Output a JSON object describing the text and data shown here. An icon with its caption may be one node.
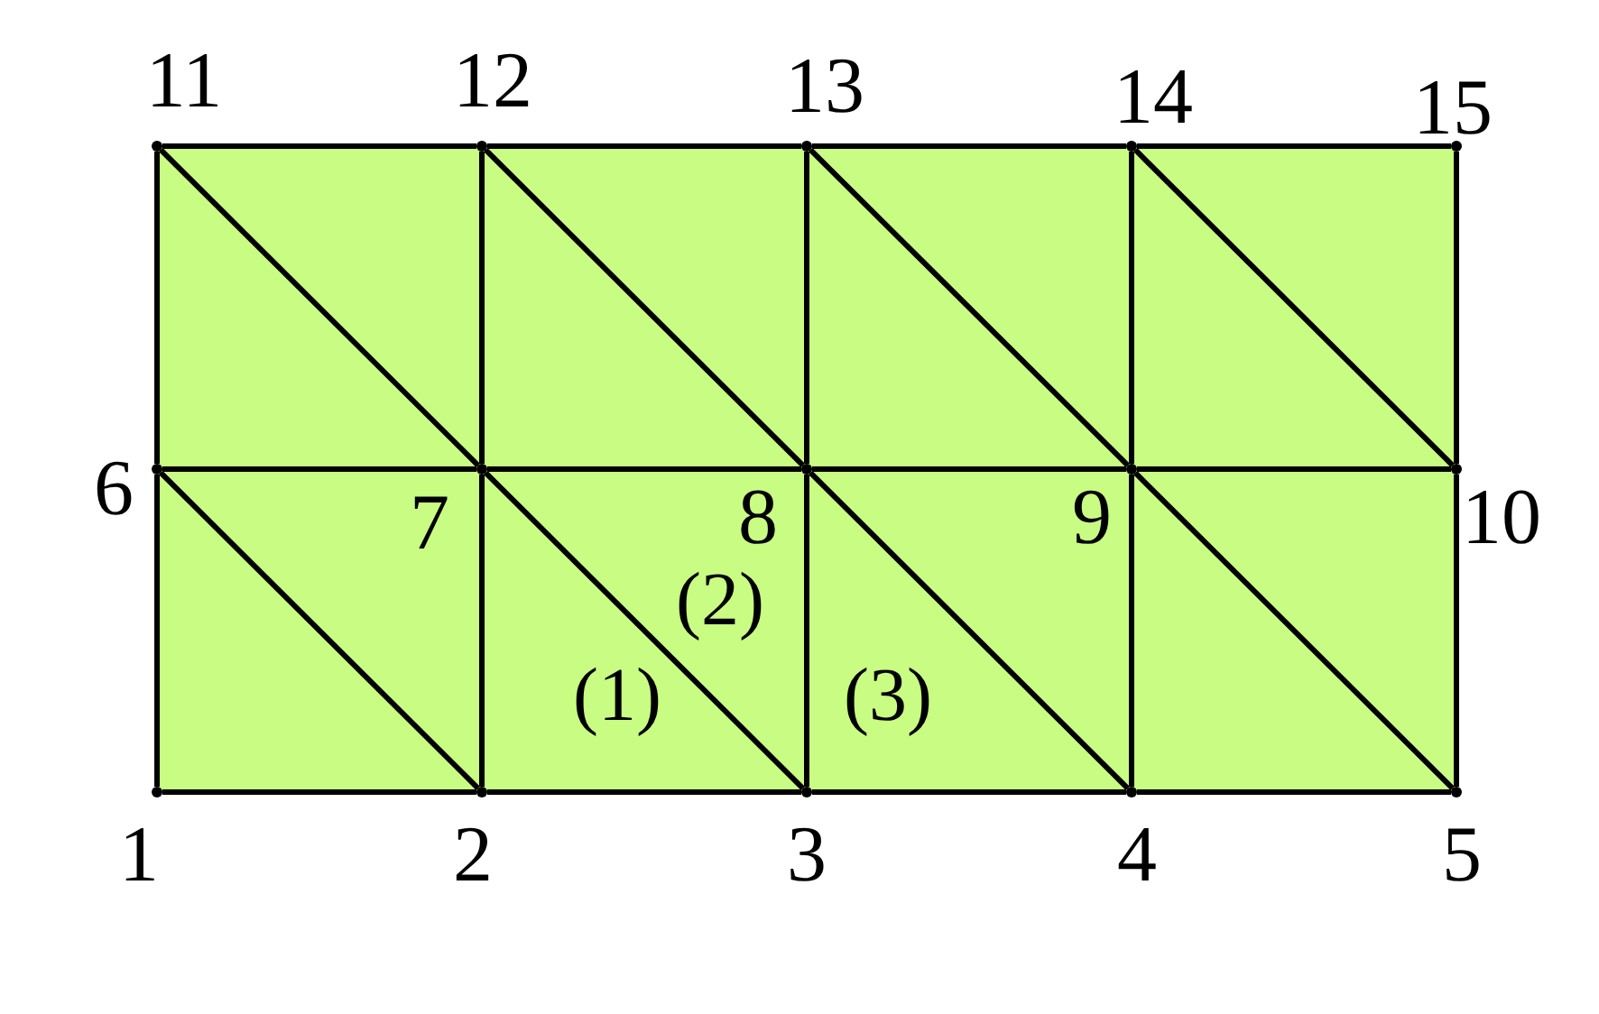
{
  "diagram": {
    "nodes": [
      {
        "text": [],
        "shape": "dot",
        "beside": [
          "11"
        ]
      },
      {
        "text": [],
        "shape": "dot",
        "beside": [
          "12"
        ]
      },
      {
        "text": [],
        "shape": "dot",
        "beside": [
          "13"
        ]
      },
      {
        "text": [],
        "shape": "dot",
        "beside": [
          "14"
        ]
      },
      {
        "text": [],
        "shape": "dot",
        "beside": [
          "15"
        ]
      },
      {
        "text": [],
        "shape": "dot",
        "beside": [
          "6"
        ]
      },
      {
        "text": [],
        "shape": "dot",
        "beside": [
          "7"
        ]
      },
      {
        "text": [],
        "shape": "dot",
        "beside": [
          "8"
        ]
      },
      {
        "text": [],
        "shape": "dot",
        "beside": [
          "9"
        ]
      },
      {
        "text": [],
        "shape": "dot",
        "beside": [
          "10"
        ]
      },
      {
        "text": [],
        "shape": "dot",
        "beside": [
          "1"
        ]
      },
      {
        "text": [],
        "shape": "dot",
        "beside": [
          "2"
        ]
      },
      {
        "text": [],
        "shape": "dot",
        "beside": [
          "3"
        ]
      },
      {
        "text": [],
        "shape": "dot",
        "beside": [
          "4"
        ]
      },
      {
        "text": [],
        "shape": "dot",
        "beside": [
          "5"
        ]
      }
    ],
    "edges": [
      {
        "from": 0,
        "to": 1,
        "arrow": "none"
      },
      {
        "from": 1,
        "to": 2,
        "arrow": "none"
      },
      {
        "from": 2,
        "to": 3,
        "arrow": "none"
      },
      {
        "from": 3,
        "to": 4,
        "arrow": "none"
      },
      {
        "from": 0,
        "to": 5,
        "arrow": "none"
      },
      {
        "from": 1,
        "to": 6,
        "arrow": "none"
      },
      {
        "from": 2,
        "to": 7,
        "arrow": "none"
      },
      {
        "from": 3,
        "to": 8,
        "arrow": "none"
      },
      {
        "from": 4,
        "to": 9,
        "arrow": "none"
      },
      {
        "from": 0,
        "to": 6,
        "arrow": "none"
      },
      {
        "from": 1,
        "to": 7,
        "arrow": "none"
      },
      {
        "from": 2,
        "to": 8,
        "arrow": "none"
      },
      {
        "from": 3,
        "to": 9,
        "arrow": "none"
      },
      {
        "from": 5,
        "to": 6,
        "arrow": "none"
      },
      {
        "from": 6,
        "to": 7,
        "arrow": "none"
      },
      {
        "from": 7,
        "to": 8,
        "arrow": "none"
      },
      {
        "from": 8,
        "to": 9,
        "arrow": "none"
      },
      {
        "from": 5,
        "to": 10,
        "arrow": "none"
      },
      {
        "from": 6,
        "to": 11,
        "arrow": "none"
      },
      {
        "from": 7,
        "to": 12,
        "arrow": "none"
      },
      {
        "from": 8,
        "to": 13,
        "arrow": "none"
      },
      {
        "from": 9,
        "to": 14,
        "arrow": "none"
      },
      {
        "from": 5,
        "to": 11,
        "arrow": "none"
      },
      {
        "from": 6,
        "to": 12,
        "arrow": "none"
      },
      {
        "from": 7,
        "to": 13,
        "arrow": "none"
      },
      {
        "from": 8,
        "to": 14,
        "arrow": "none"
      },
      {
        "from": 10,
        "to": 11,
        "arrow": "none"
      },
      {
        "from": 11,
        "to": 12,
        "arrow": "none"
      },
      {
        "from": 12,
        "to": 13,
        "arrow": "none"
      },
      {
        "from": 13,
        "to": 14,
        "arrow": "none"
      }
    ],
    "labels": [
      "(2)",
      "(1)",
      "(3)"
    ]
  }
}
